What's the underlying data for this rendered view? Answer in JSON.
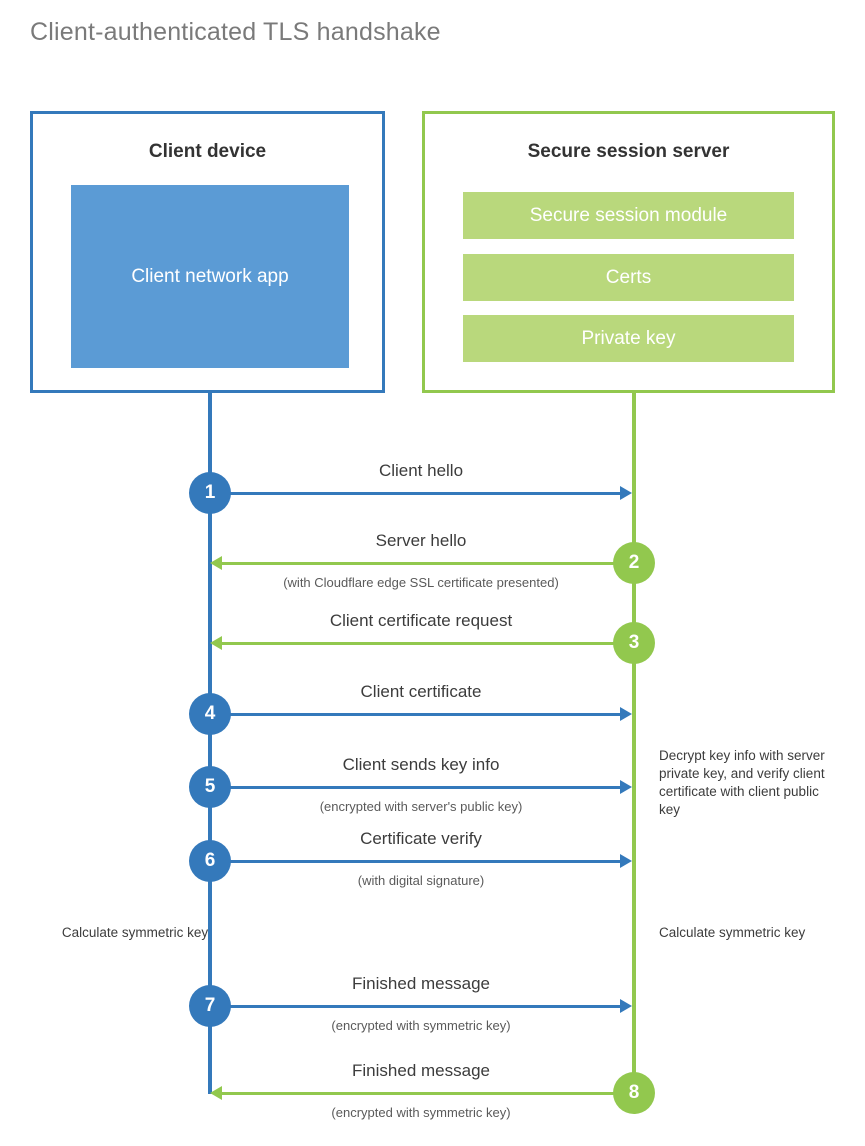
{
  "title": "Client-authenticated TLS handshake",
  "colors": {
    "client_accent": "#3479bb",
    "client_fill": "#5b9bd5",
    "server_accent": "#92c84e",
    "server_fill": "#b9d87c",
    "title_text": "#7a7a7a",
    "body_text": "#3c3c3c"
  },
  "client": {
    "title": "Client device",
    "app_label": "Client network app"
  },
  "server": {
    "title": "Secure session server",
    "modules": [
      {
        "label": "Secure session module"
      },
      {
        "label": "Certs"
      },
      {
        "label": "Private key"
      }
    ]
  },
  "steps": [
    {
      "number": "1",
      "label": "Client hello",
      "sublabel": "",
      "direction": "client-to-server",
      "origin": "client"
    },
    {
      "number": "2",
      "label": "Server hello",
      "sublabel": "(with Cloudflare edge SSL certificate presented)",
      "direction": "server-to-client",
      "origin": "server"
    },
    {
      "number": "3",
      "label": "Client certificate request",
      "sublabel": "",
      "direction": "server-to-client",
      "origin": "server"
    },
    {
      "number": "4",
      "label": "Client certificate",
      "sublabel": "",
      "direction": "client-to-server",
      "origin": "client"
    },
    {
      "number": "5",
      "label": "Client sends key info",
      "sublabel": "(encrypted with server's public key)",
      "direction": "client-to-server",
      "origin": "client"
    },
    {
      "number": "6",
      "label": "Certificate verify",
      "sublabel": "(with digital signature)",
      "direction": "client-to-server",
      "origin": "client"
    },
    {
      "number": "7",
      "label": "Finished message",
      "sublabel": "(encrypted with symmetric key)",
      "direction": "client-to-server",
      "origin": "client"
    },
    {
      "number": "8",
      "label": "Finished message",
      "sublabel": "(encrypted with symmetric key)",
      "direction": "server-to-client",
      "origin": "server"
    }
  ],
  "notes": {
    "server_decrypt": "Decrypt key info with server private key, and verify client certificate with client public key",
    "client_symmetric_key": "Calculate symmetric key",
    "server_symmetric_key": "Calculate symmetric key"
  }
}
